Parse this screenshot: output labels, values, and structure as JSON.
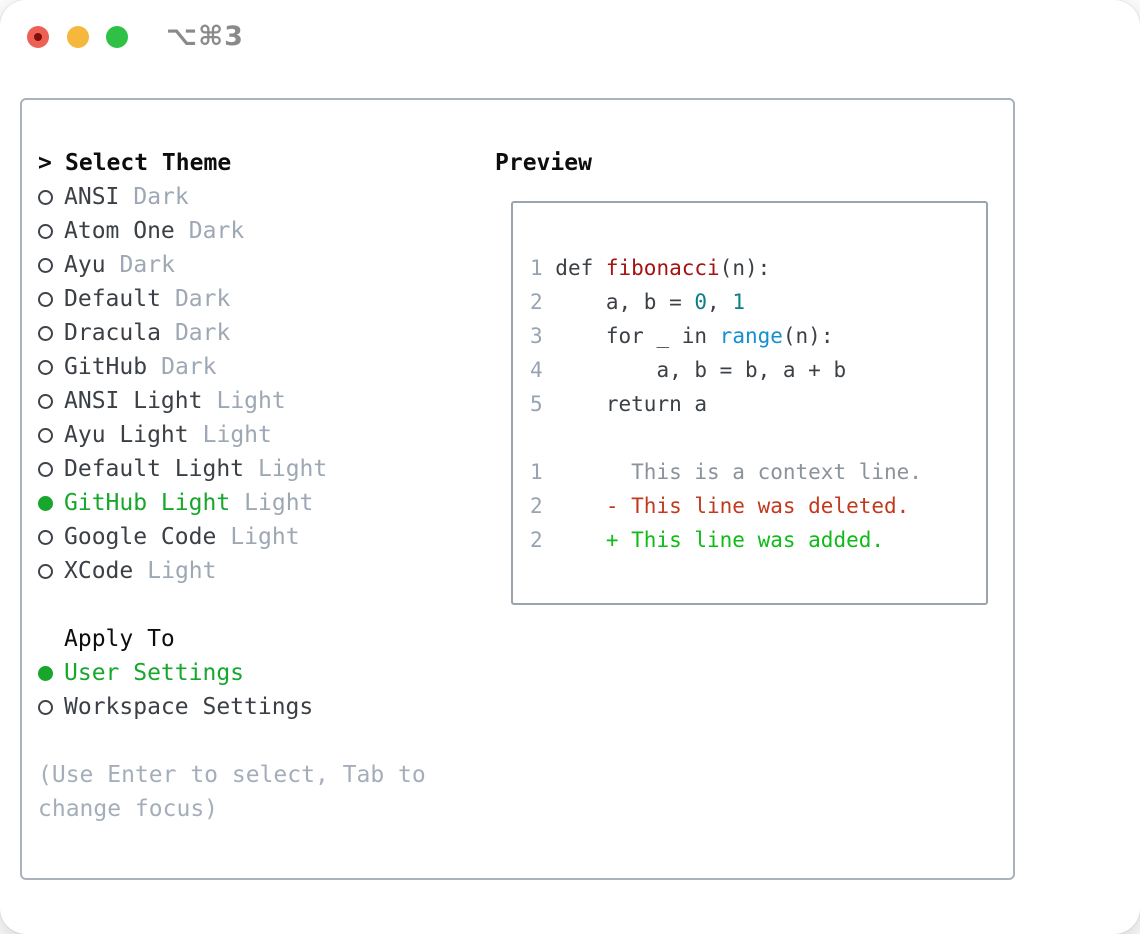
{
  "window": {
    "title": "⌥⌘3",
    "traffic_lights": [
      {
        "name": "close-button",
        "color": "#ee6054"
      },
      {
        "name": "minimize-button",
        "color": "#f6b73d"
      },
      {
        "name": "zoom-button",
        "color": "#2fc145"
      }
    ]
  },
  "colors": {
    "accent_green": "#16a72c",
    "traffic_red": "#ee6054",
    "traffic_red_dot": "#7c110a",
    "traffic_yellow": "#f6b73d",
    "traffic_green": "#2fc145",
    "panel_border": "#aab2bd",
    "preview_border": "#9aa4af",
    "title_gray": "#8a8a8a",
    "text_dark": "#3b4046",
    "text_black": "#0d0d0d",
    "variant_gray": "#9da8b4",
    "hint_gray": "#a4aeba",
    "ln": "#98a3b1",
    "code": "#3b4046",
    "fn": "#a41212",
    "num": "#0b7f86",
    "builtin": "#148fd2",
    "ctx": "#8b929b",
    "del": "#c2391e",
    "add": "#0fbb16"
  },
  "theme_picker": {
    "header_prefix": ">",
    "header": "Select Theme",
    "themes": [
      {
        "name": "ANSI",
        "variant": "Dark",
        "selected": false
      },
      {
        "name": "Atom One",
        "variant": "Dark",
        "selected": false
      },
      {
        "name": "Ayu",
        "variant": "Dark",
        "selected": false
      },
      {
        "name": "Default",
        "variant": "Dark",
        "selected": false
      },
      {
        "name": "Dracula",
        "variant": "Dark",
        "selected": false
      },
      {
        "name": "GitHub",
        "variant": "Dark",
        "selected": false
      },
      {
        "name": "ANSI Light",
        "variant": "Light",
        "selected": false
      },
      {
        "name": "Ayu Light",
        "variant": "Light",
        "selected": false
      },
      {
        "name": "Default Light",
        "variant": "Light",
        "selected": false
      },
      {
        "name": "GitHub Light",
        "variant": "Light",
        "selected": true
      },
      {
        "name": "Google Code",
        "variant": "Light",
        "selected": false
      },
      {
        "name": "XCode",
        "variant": "Light",
        "selected": false
      }
    ],
    "apply_to": {
      "header": "Apply To",
      "options": [
        {
          "label": "User Settings",
          "selected": true
        },
        {
          "label": "Workspace Settings",
          "selected": false
        }
      ]
    },
    "hint": "(Use Enter to select, Tab to change focus)"
  },
  "preview": {
    "title": "Preview",
    "lines": [
      [
        {
          "t": "1",
          "c": "ln"
        },
        {
          "t": " def ",
          "c": "code"
        },
        {
          "t": "fibonacci",
          "c": "fn"
        },
        {
          "t": "(n):",
          "c": "code"
        }
      ],
      [
        {
          "t": "2",
          "c": "ln"
        },
        {
          "t": "     a, b = ",
          "c": "code"
        },
        {
          "t": "0",
          "c": "num"
        },
        {
          "t": ", ",
          "c": "code"
        },
        {
          "t": "1",
          "c": "num"
        }
      ],
      [
        {
          "t": "3",
          "c": "ln"
        },
        {
          "t": "     for _ in ",
          "c": "code"
        },
        {
          "t": "range",
          "c": "builtin"
        },
        {
          "t": "(n):",
          "c": "code"
        }
      ],
      [
        {
          "t": "4",
          "c": "ln"
        },
        {
          "t": "         a, b = b, a + b",
          "c": "code"
        }
      ],
      [
        {
          "t": "5",
          "c": "ln"
        },
        {
          "t": "     return a",
          "c": "code"
        }
      ],
      [],
      [
        {
          "t": "1",
          "c": "ln"
        },
        {
          "t": "       This is a context line.",
          "c": "ctx"
        }
      ],
      [
        {
          "t": "2",
          "c": "ln"
        },
        {
          "t": "     - This line was deleted.",
          "c": "del"
        }
      ],
      [
        {
          "t": "2",
          "c": "ln"
        },
        {
          "t": "     + This line was added.",
          "c": "add"
        }
      ]
    ]
  }
}
